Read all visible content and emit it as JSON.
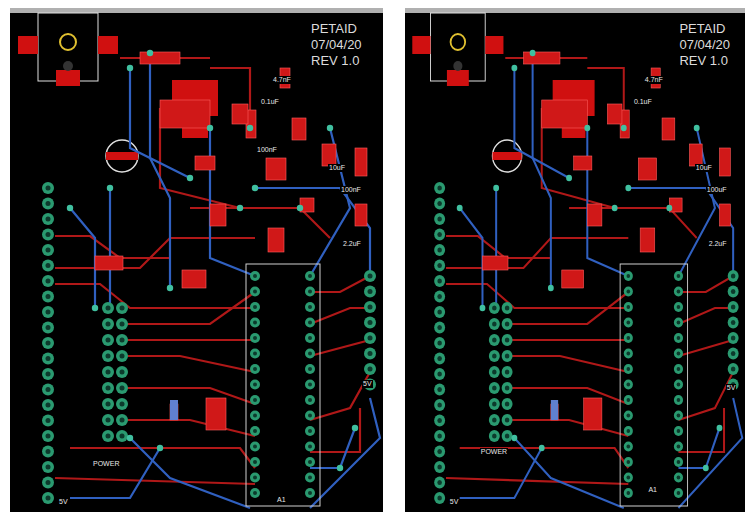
{
  "diagram": {
    "labels": [
      "PETAID",
      "07/04/20",
      "REV 1.0",
      "4.7nF",
      "0.1uF",
      "100nF",
      "10uF",
      "100nF",
      "2.2uF",
      "POWER",
      "5V",
      "5V",
      "A1",
      "PETAID",
      "07/04/20",
      "REV 1.0",
      "4.7nF",
      "0.1uF",
      "10uF",
      "100uF",
      "2.2uF",
      "POWER",
      "5V",
      "5V",
      "A1"
    ]
  }
}
